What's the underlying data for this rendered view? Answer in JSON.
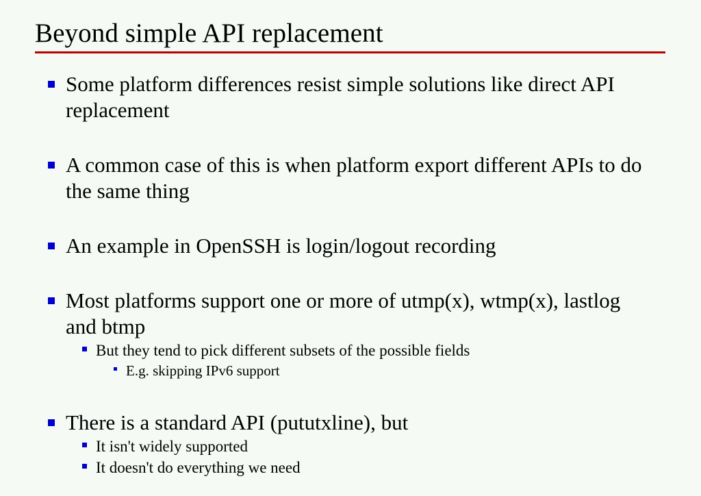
{
  "slide": {
    "title": "Beyond simple API replacement",
    "colors": {
      "background": "#f5faf5",
      "title_rule": "#bb0000",
      "bullet": "#0000cc",
      "text": "#000000"
    },
    "bullets": [
      {
        "level": 1,
        "text": "Some platform differences resist simple solutions like direct API replacement"
      },
      {
        "level": 1,
        "text": "A common case of this is when platform export different APIs to do the same thing"
      },
      {
        "level": 1,
        "text": "An example in OpenSSH is login/logout recording"
      },
      {
        "level": 1,
        "text": "Most platforms support one or more of utmp(x), wtmp(x), lastlog and btmp"
      },
      {
        "level": 2,
        "text": "But they tend to pick different subsets of the possible fields"
      },
      {
        "level": 3,
        "text": "E.g. skipping IPv6 support"
      },
      {
        "level": 1,
        "text": "There is a standard API (pututxline), but"
      },
      {
        "level": 2,
        "text": "It isn't widely supported"
      },
      {
        "level": 2,
        "text": "It doesn't do everything we need"
      }
    ]
  }
}
